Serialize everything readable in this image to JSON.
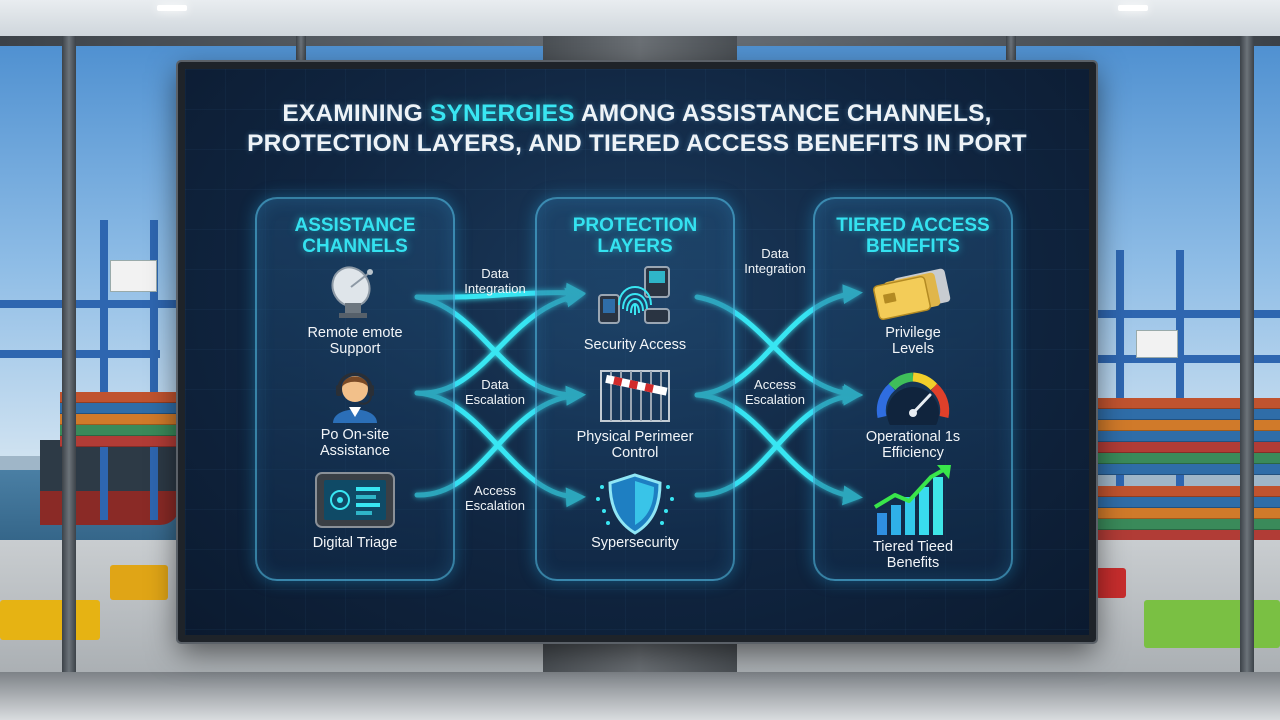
{
  "title": {
    "line1_pre": "EXAMINING ",
    "line1_highlight": "SYNERGIES",
    "line1_post": " AMONG ASSISTANCE CHANNELS,",
    "line2": "PROTECTION LAYERS, AND TIERED ACCESS BENEFITS IN PORT"
  },
  "columns": [
    {
      "title_line1": "ASSISTANCE",
      "title_line2": "CHANNELS",
      "items": [
        {
          "icon": "satellite-dish-icon",
          "label_line1": "Remote emote",
          "label_line2": "Support"
        },
        {
          "icon": "headset-agent-icon",
          "label_line1": "Po On-site",
          "label_line2": "Assistance"
        },
        {
          "icon": "tablet-device-icon",
          "label_line1": "Digital Triage",
          "label_line2": ""
        }
      ]
    },
    {
      "title_line1": "PROTECTION",
      "title_line2": "LAYERS",
      "items": [
        {
          "icon": "fingerprint-scanner-icon",
          "label_line1": "Security Access",
          "label_line2": ""
        },
        {
          "icon": "barrier-gate-icon",
          "label_line1": "Physical Perimeer",
          "label_line2": "Control"
        },
        {
          "icon": "shield-icon",
          "label_line1": "Sypersecurity",
          "label_line2": ""
        }
      ]
    },
    {
      "title_line1": "TIERED ACCESS",
      "title_line2": "BENEFITS",
      "items": [
        {
          "icon": "gold-cards-icon",
          "label_line1": "Privilege",
          "label_line2": "Levels"
        },
        {
          "icon": "gauge-icon",
          "label_line1": "Operational 1s",
          "label_line2": "Efficiency"
        },
        {
          "icon": "growth-chart-icon",
          "label_line1": "Tiered Tieed",
          "label_line2": "Benefits"
        }
      ]
    }
  ],
  "links_left": [
    {
      "line1": "Data",
      "line2": "Integration"
    },
    {
      "line1": "Data",
      "line2": "Escalation"
    },
    {
      "line1": "Access",
      "line2": "Escalation"
    }
  ],
  "links_right": [
    {
      "line1": "Data",
      "line2": "Integration"
    },
    {
      "line1": "Access",
      "line2": "Escalation"
    }
  ],
  "colors": {
    "accent_cyan": "#39e6f2",
    "panel_bg": "#102540",
    "title_text": "#eef3f7"
  }
}
